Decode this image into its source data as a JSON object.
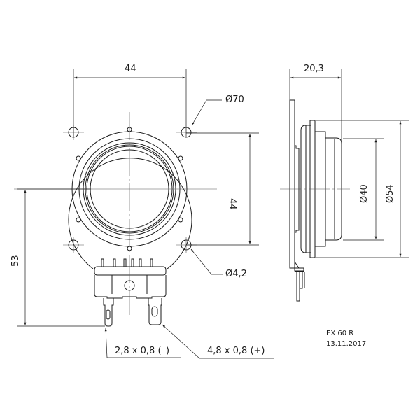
{
  "drawing": {
    "model": "EX 60 R",
    "date": "13.11.2017",
    "front_view": {
      "dim_hole_spacing_horizontal": "44",
      "dim_hole_spacing_vertical": "44",
      "dim_flange_diameter": "Ø70",
      "dim_mount_hole_diameter": "Ø4,2",
      "dim_center_to_terminal": "53",
      "terminal_negative": "2,8 x 0,8 (–)",
      "terminal_positive": "4,8 x 0,8 (+)"
    },
    "side_view": {
      "dim_depth": "20,3",
      "dim_inner_diameter": "Ø40",
      "dim_outer_diameter": "Ø54"
    },
    "line_color": "#1a1a1a"
  }
}
